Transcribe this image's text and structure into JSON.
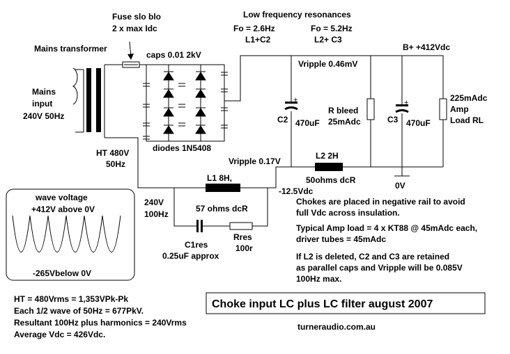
{
  "title": "Choke input LC  plus LC filter august 2007",
  "website": "turneraudio.com.au",
  "colors": {
    "ink": "#000000",
    "background": "#ffffff"
  },
  "labels": {
    "fuse_line1": "Fuse slo blo",
    "fuse_line2": "2 x max Idc",
    "mains_transformer": "Mains transformer",
    "mains_line1": "Mains",
    "mains_line2": "input",
    "mains_line3": "240V 50Hz",
    "caps": "caps 0.01 2kV",
    "diodes": "diodes 1N5408",
    "ht_line1": "HT 480V",
    "ht_line2": "50Hz",
    "lf_res": "Low frequency resonances",
    "fo1": "Fo = 2.6Hz",
    "fo1_sub": "L1+C2",
    "fo2": "Fo = 5.2Hz",
    "fo2_sub": "L2+ C3",
    "bplus": "B+  +412Vdc",
    "vripple1": "Vripple 0.46mV",
    "c2": "C2",
    "c2_val": "470uF",
    "rbleed1": "R bleed",
    "rbleed2": "25mAdc",
    "c3": "C3",
    "c3_val": "470uF",
    "load1": "225mAdc",
    "load2": "Amp",
    "load3": "Load RL",
    "vripple2": "Vripple 0.17V",
    "l2": "L2 2H",
    "l2_dcr": "50ohms dcR",
    "zero_v": "0V",
    "l1": "L1 8H,",
    "neg_v": "-12.5Vdc",
    "v240_1": "240V",
    "v240_2": "100Hz",
    "l1_dcr": "57 ohms dcR",
    "c1res1": "C1res",
    "c1res2": "0.25uF approx",
    "rres1": "Rres",
    "rres2": "100r",
    "wave_title": "wave voltage",
    "wave_top": "+412V above 0V",
    "wave_bottom": "-265Vbelow 0V",
    "plus": "+"
  },
  "notes": [
    "Chokes are placed in negative rail to avoid",
    "full Vdc across insulation.",
    "Typical Amp load = 4 x KT88 @ 45mAdc each,",
    "driver tubes = 45mAdc",
    "If L2 is deleted, C2 and C3 are retained",
    "as parallel caps and Vripple will be 0.085V",
    "100Hz max."
  ],
  "calc": [
    "HT = 480Vrms = 1,353VPk-Pk",
    "Each 1/2 wave of 50Hz = 677PkV.",
    "Resultant 100Hz plus harmonics = 240Vrms",
    "Average Vdc = 426Vdc."
  ]
}
